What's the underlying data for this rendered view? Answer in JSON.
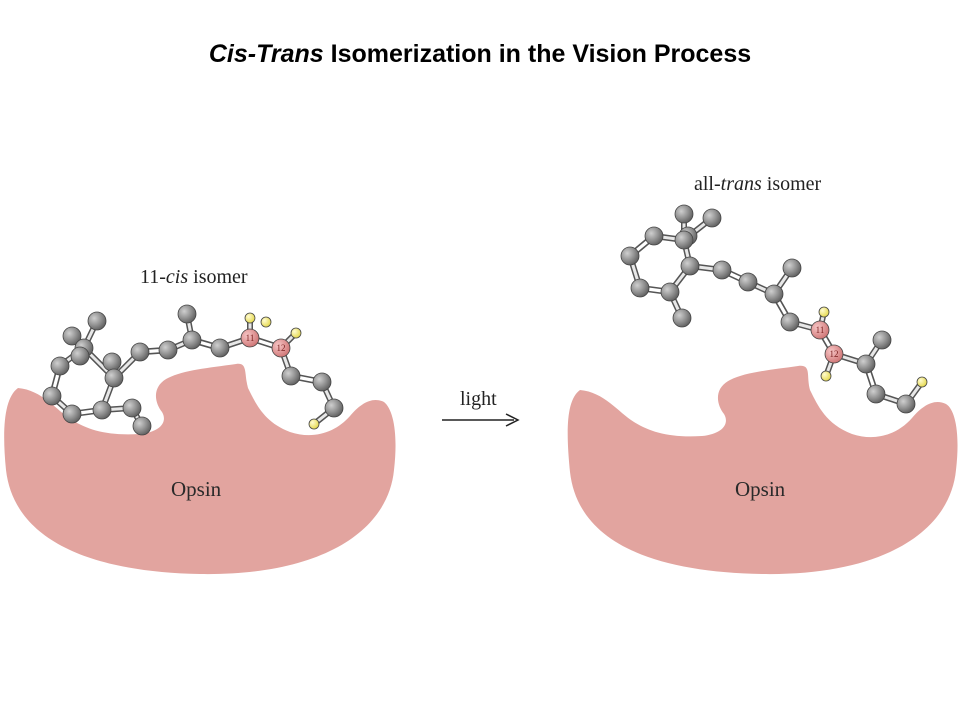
{
  "title": {
    "italic_part": "Cis-Trans",
    "rest": " Isomerization in the Vision Process"
  },
  "left_panel": {
    "label_prefix": "11-",
    "label_italic": "cis",
    "label_suffix": " isomer",
    "protein": "Opsin"
  },
  "right_panel": {
    "label_prefix": "all-",
    "label_italic": "trans",
    "label_suffix": " isomer",
    "protein": "Opsin"
  },
  "arrow_label": "light",
  "atom_numbers": {
    "a": "11",
    "b": "12"
  },
  "colors": {
    "opsin": "#e2a49f",
    "carbon": "#8c8c8c",
    "hydrogen": "#f2ea7a",
    "highlight": "#df8e8e",
    "bond": "#555555"
  }
}
